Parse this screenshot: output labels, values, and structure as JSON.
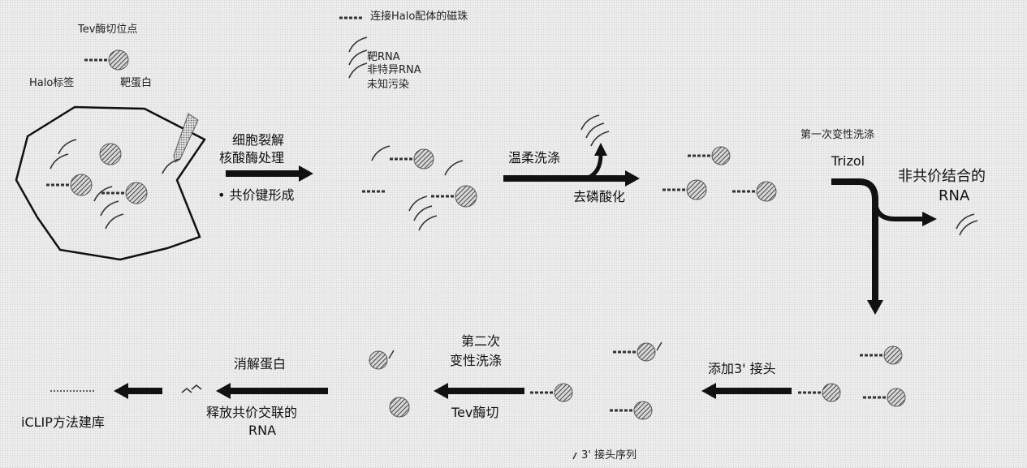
{
  "colors": {
    "background": "#ececec",
    "arrow": "#111111",
    "protein_hatch": "#555555",
    "rna_strand": "#333333"
  },
  "legend": {
    "tev_site": "Tev酶切位点",
    "halo_tag": "Halo标签",
    "target_protein": "靶蛋白",
    "halo_ligand_linker": "连接Halo配体的磁珠",
    "target_rna": "靶RNA",
    "nonspecific_rna": "非特异RNA",
    "unknown_contaminant": "未知污染"
  },
  "steps": {
    "lysis_line1": "细胞裂解",
    "lysis_line2": "核酸酶处理",
    "covalent_bond": "• 共价键形成",
    "gentle_wash": "温柔洗涤",
    "dephosphorylation": "去磷酸化",
    "first_denaturing_wash": "第一次变性洗涤",
    "trizol": "Trizol",
    "noncovalent_rna_line1": "非共价结合的",
    "noncovalent_rna_line2": "RNA",
    "add_3_adapter": "添加3' 接头",
    "second_wash_line1": "第二次",
    "second_wash_line2": "变性洗涤",
    "tev_cleave": "Tev酶切",
    "digest_protein": "消解蛋白",
    "release_line1": "释放共价交联的",
    "release_line2": "RNA",
    "iclip_library": "iCLIP方法建库",
    "adapter_sequence": "3' 接头序列"
  }
}
